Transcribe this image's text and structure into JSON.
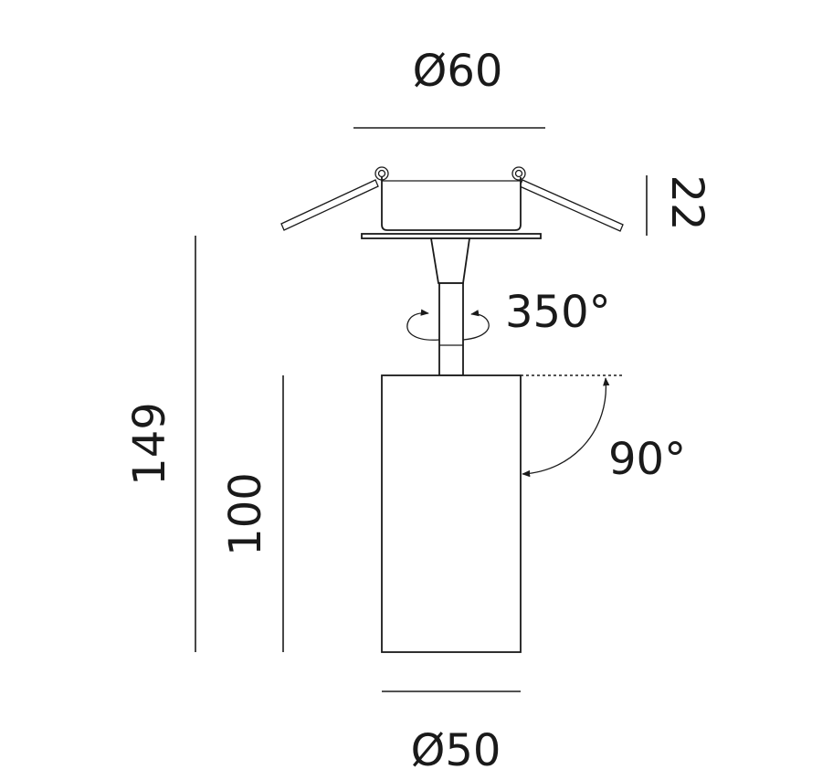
{
  "dimensions": {
    "top_diameter": "Ø60",
    "bottom_diameter": "Ø50",
    "flange_height": "22",
    "total_height": "149",
    "body_height": "100",
    "rotation_angle": "350°",
    "tilt_angle": "90°"
  },
  "colors": {
    "line": "#1a1a1a",
    "background": "#ffffff"
  }
}
